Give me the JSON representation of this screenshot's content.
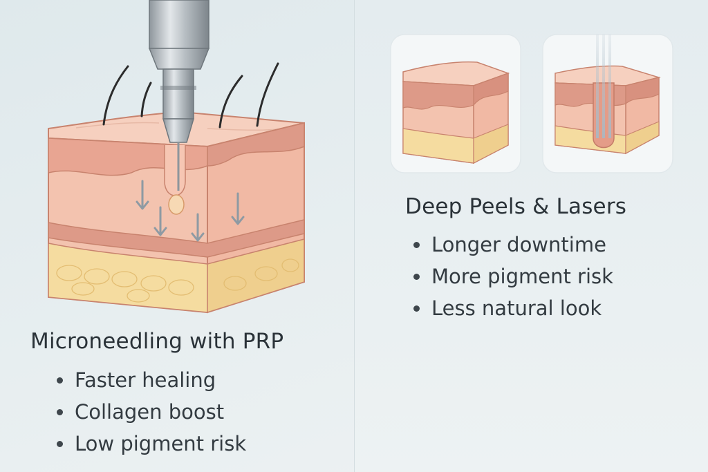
{
  "left_panel": {
    "title": "Microneedling with PRP",
    "bullets": [
      "Faster healing",
      "Collagen boost",
      "Low pigment risk"
    ]
  },
  "right_panel": {
    "title": "Deep Peels & Lasers",
    "bullets": [
      "Longer downtime",
      "More pigment risk",
      "Less natural look"
    ]
  },
  "colors": {
    "background": "#e4ecef",
    "epidermis": "#f2c2ad",
    "dermis": "#f3c3af",
    "dermal_band": "#dd9a88",
    "fat": "#f5dca0",
    "outline": "#c8836e",
    "needle_metal": "#b9c0c5",
    "arrow": "#8e9aa3",
    "card": "#f4f7f8"
  },
  "icons": [
    "microneedle-pen-icon",
    "skin-cross-section-icon",
    "arrow-down-icon",
    "laser-beam-icon"
  ]
}
